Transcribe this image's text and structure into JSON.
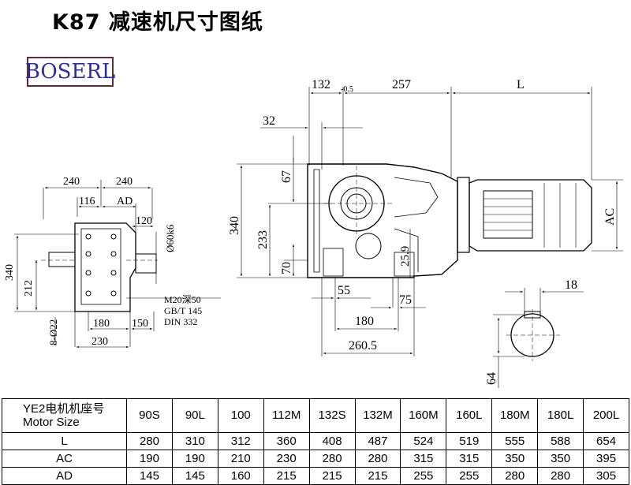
{
  "title": "K87 减速机尺寸图纸",
  "logo_text": "BOSERL",
  "dims": {
    "d132": "132",
    "d_sub": "-0.5",
    "d257": "257",
    "dL": "L",
    "d32": "32",
    "d67": "67",
    "d340": "340",
    "d233": "233",
    "d70": "70",
    "d25_9": "25.9",
    "d55": "55",
    "d75": "75",
    "d180": "180",
    "d260_5": "260.5",
    "dAC": "AC",
    "d18": "18",
    "d64": "64",
    "s240a": "240",
    "s240b": "240",
    "s116": "116",
    "sAD": "AD",
    "s120": "120",
    "s60k6": "Ø60k6",
    "s340": "340",
    "s212": "212",
    "s8022": "8-Ø22",
    "s180": "180",
    "s150": "150",
    "s230": "230",
    "thread1": "M20深50",
    "thread2": "GB/T 145",
    "thread3": "DIN 332"
  },
  "table": {
    "header_line1": "YE2电机机座号",
    "header_line2": "Motor Size",
    "sizes": [
      "90S",
      "90L",
      "100",
      "112M",
      "132S",
      "132M",
      "160M",
      "160L",
      "180M",
      "180L",
      "200L"
    ],
    "rows": [
      {
        "label": "L",
        "values": [
          "280",
          "310",
          "312",
          "360",
          "408",
          "487",
          "524",
          "519",
          "555",
          "588",
          "654"
        ]
      },
      {
        "label": "AC",
        "values": [
          "190",
          "190",
          "210",
          "230",
          "280",
          "280",
          "315",
          "315",
          "350",
          "350",
          "395"
        ]
      },
      {
        "label": "AD",
        "values": [
          "145",
          "145",
          "160",
          "215",
          "215",
          "215",
          "255",
          "255",
          "280",
          "280",
          "305"
        ]
      }
    ]
  }
}
